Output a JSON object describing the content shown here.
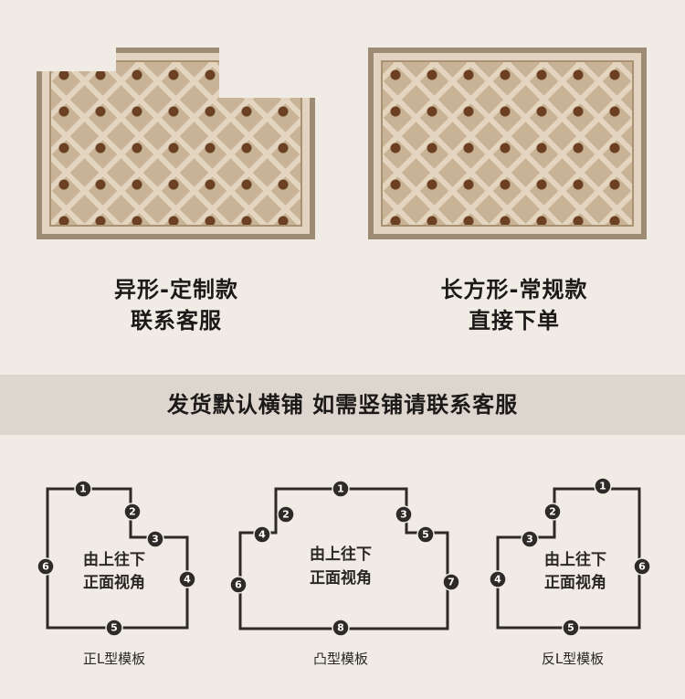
{
  "products": [
    {
      "title": "异形-定制款",
      "subtitle": "联系客服"
    },
    {
      "title": "长方形-常规款",
      "subtitle": "直接下单"
    }
  ],
  "banner": "发货默认横铺 如需竖铺请联系客服",
  "templates": [
    {
      "inner_line1": "由上往下",
      "inner_line2": "正面视角",
      "label": "正L型模板",
      "markers": [
        "1",
        "2",
        "3",
        "4",
        "5",
        "6"
      ]
    },
    {
      "inner_line1": "由上往下",
      "inner_line2": "正面视角",
      "label": "凸型模板",
      "markers": [
        "1",
        "2",
        "3",
        "4",
        "5",
        "6",
        "7",
        "8"
      ]
    },
    {
      "inner_line1": "由上往下",
      "inner_line2": "正面视角",
      "label": "反L型模板",
      "markers": [
        "1",
        "2",
        "3",
        "4",
        "5",
        "6"
      ]
    }
  ],
  "colors": {
    "background": "#f0ebe5",
    "banner": "#ddd6ce",
    "line": "#2e2a27",
    "rug_dot": "#6a3f22"
  }
}
